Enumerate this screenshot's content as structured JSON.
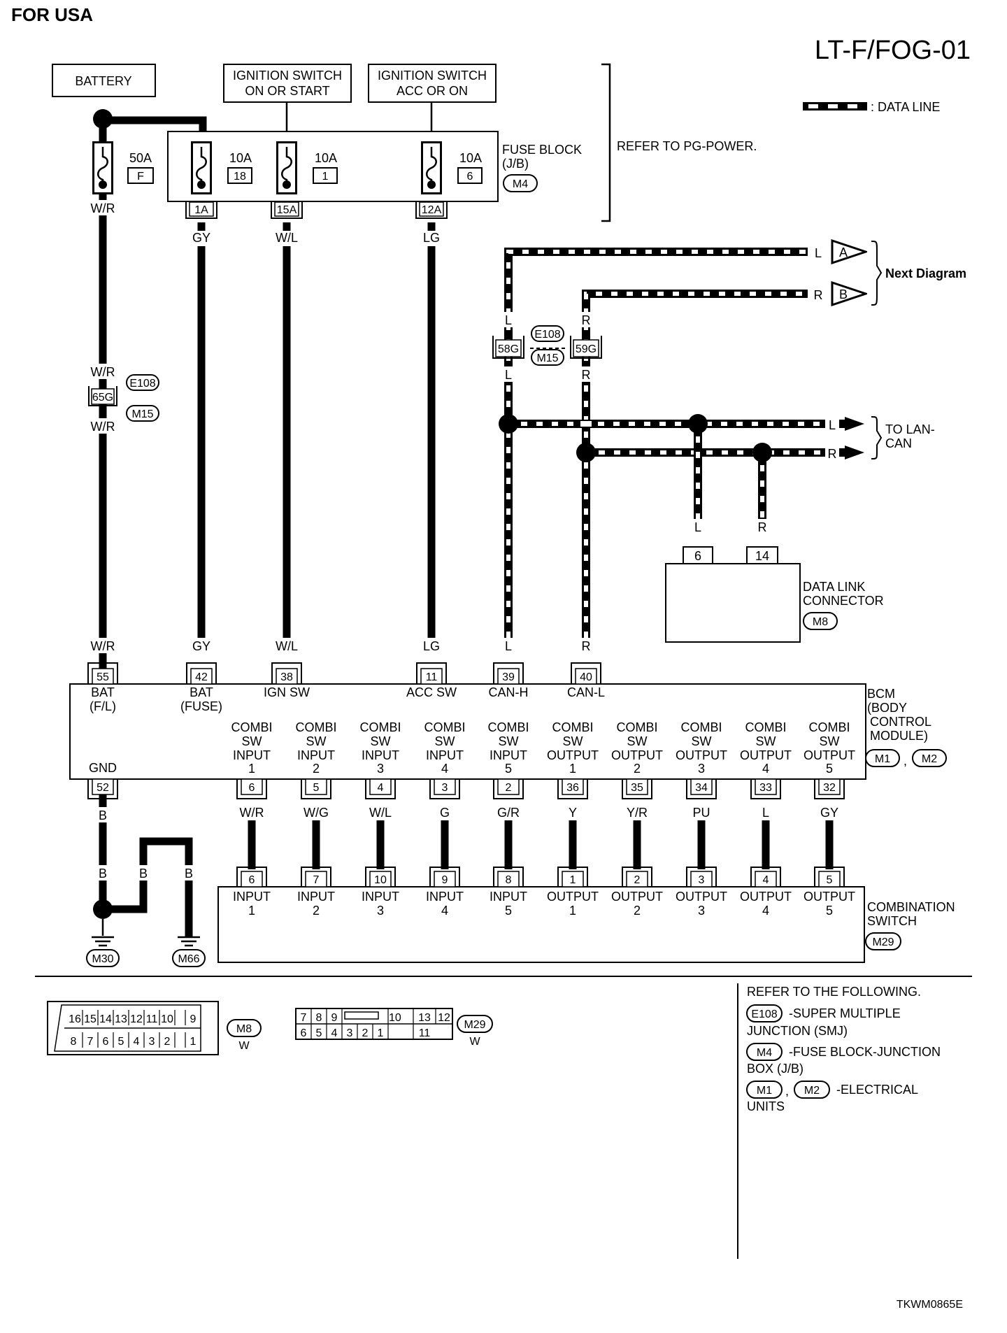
{
  "header": {
    "region": "FOR USA",
    "diagram_id": "LT-F/FOG-01",
    "footer_code": "TKWM0865E"
  },
  "legend": {
    "data_line": ": DATA LINE"
  },
  "power": {
    "battery": "BATTERY",
    "ign_on_start": [
      "IGNITION SWITCH",
      "ON OR START"
    ],
    "ign_acc_on": [
      "IGNITION SWITCH",
      "ACC OR ON"
    ],
    "refer": "REFER TO PG-POWER.",
    "fuse_block": [
      "FUSE BLOCK",
      "(J/B)"
    ],
    "fuse_block_conn": "M4",
    "fuses": [
      {
        "amp": "50A",
        "id": "F"
      },
      {
        "amp": "10A",
        "id": "18"
      },
      {
        "amp": "10A",
        "id": "1"
      },
      {
        "amp": "10A",
        "id": "6"
      }
    ],
    "fuse_terms": [
      "1A",
      "15A",
      "12A"
    ]
  },
  "wires": {
    "bat": "W/R",
    "gy": "GY",
    "wl": "W/L",
    "lg": "LG",
    "l": "L",
    "r": "R",
    "b": "B",
    "smj_term": "65G",
    "can_h_term": "58G",
    "can_l_term": "59G",
    "e108": "E108",
    "m15": "M15"
  },
  "next_diagram": {
    "a": "A",
    "b": "B",
    "label": "Next Diagram"
  },
  "to_lan": [
    "TO LAN-",
    "CAN"
  ],
  "dlc": {
    "pins": [
      "6",
      "14"
    ],
    "label": [
      "DATA LINK",
      "CONNECTOR"
    ],
    "conn": "M8"
  },
  "bcm": {
    "top_pins": [
      "55",
      "42",
      "38",
      "11",
      "39",
      "40"
    ],
    "top_labels": [
      [
        "BAT",
        "(F/L)"
      ],
      [
        "BAT",
        "(FUSE)"
      ],
      [
        "IGN SW"
      ],
      [
        "ACC SW"
      ],
      [
        "CAN-H"
      ],
      [
        "CAN-L"
      ]
    ],
    "label": [
      "BCM",
      "(BODY",
      "CONTROL",
      "MODULE)"
    ],
    "conn1": "M1",
    "conn2": "M2",
    "comma": ",",
    "gnd_label": "GND",
    "gnd_pin": "52",
    "combi_label": [
      "COMBI",
      "SW"
    ],
    "combi": [
      {
        "io": "INPUT",
        "n": "1",
        "pin": "6",
        "wire": "W/R"
      },
      {
        "io": "INPUT",
        "n": "2",
        "pin": "5",
        "wire": "W/G"
      },
      {
        "io": "INPUT",
        "n": "3",
        "pin": "4",
        "wire": "W/L"
      },
      {
        "io": "INPUT",
        "n": "4",
        "pin": "3",
        "wire": "G"
      },
      {
        "io": "INPUT",
        "n": "5",
        "pin": "2",
        "wire": "G/R"
      },
      {
        "io": "OUTPUT",
        "n": "1",
        "pin": "36",
        "wire": "Y"
      },
      {
        "io": "OUTPUT",
        "n": "2",
        "pin": "35",
        "wire": "Y/R"
      },
      {
        "io": "OUTPUT",
        "n": "3",
        "pin": "34",
        "wire": "PU"
      },
      {
        "io": "OUTPUT",
        "n": "4",
        "pin": "33",
        "wire": "L"
      },
      {
        "io": "OUTPUT",
        "n": "5",
        "pin": "32",
        "wire": "GY"
      }
    ]
  },
  "combination_switch": {
    "pins": [
      "6",
      "7",
      "10",
      "9",
      "8",
      "1",
      "2",
      "3",
      "4",
      "5"
    ],
    "labels": [
      [
        "INPUT",
        "1"
      ],
      [
        "INPUT",
        "2"
      ],
      [
        "INPUT",
        "3"
      ],
      [
        "INPUT",
        "4"
      ],
      [
        "INPUT",
        "5"
      ],
      [
        "OUTPUT",
        "1"
      ],
      [
        "OUTPUT",
        "2"
      ],
      [
        "OUTPUT",
        "3"
      ],
      [
        "OUTPUT",
        "4"
      ],
      [
        "OUTPUT",
        "5"
      ]
    ],
    "name": [
      "COMBINATION",
      "SWITCH"
    ],
    "conn": "M29"
  },
  "grounds": {
    "g1": "M30",
    "g2": "M66"
  },
  "connector_views": {
    "m8": {
      "top": [
        "16",
        "15",
        "14",
        "13",
        "12",
        "11",
        "10",
        "9"
      ],
      "bottom": [
        "8",
        "7",
        "6",
        "5",
        "4",
        "3",
        "2",
        "1"
      ],
      "name": "M8",
      "color": "W"
    },
    "m29": {
      "top_left": [
        "7",
        "8",
        "9"
      ],
      "top_mid": "10",
      "top_right": [
        "13",
        "12"
      ],
      "bottom_left": [
        "6",
        "5",
        "4",
        "3",
        "2",
        "1"
      ],
      "bottom_right": "11",
      "name": "M29",
      "color": "W"
    }
  },
  "refer_box": {
    "title": "REFER TO THE FOLLOWING.",
    "e108": "E108",
    "e108_text": [
      "-SUPER MULTIPLE",
      "JUNCTION (SMJ)"
    ],
    "m4": "M4",
    "m4_text": [
      "-FUSE BLOCK-JUNCTION",
      "BOX (J/B)"
    ],
    "m1": "M1",
    "m2": "M2",
    "comma": ",",
    "m_text": [
      "-ELECTRICAL",
      "UNITS"
    ]
  }
}
